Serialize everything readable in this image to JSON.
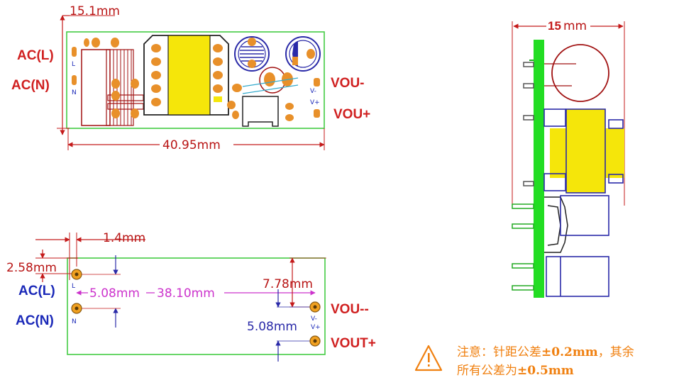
{
  "top_view": {
    "dim_height": "15.1mm",
    "dim_length": "40.95mm",
    "pin_ac_l": "AC(L)",
    "pin_ac_n": "AC(N)",
    "pin_vout_minus": "VOU-",
    "pin_vout_plus": "VOU+",
    "silk_l": "L",
    "silk_n": "N",
    "silk_vminus": "V-",
    "silk_vplus": "V+"
  },
  "bottom_view": {
    "dim_pin_offset_y": "2.58mm",
    "dim_pin_offset_x": "1.4mm",
    "dim_ac_pitch": "5.08mm",
    "dim_pin_span": "38.10mm",
    "dim_out_offset": "7.78mm",
    "dim_out_pitch": "5.08mm",
    "pin_ac_l": "AC(L)",
    "pin_ac_n": "AC(N)",
    "pin_vout_minus": "VOU--",
    "pin_vout_plus": "VOUT+",
    "silk_l": "L",
    "silk_n": "N",
    "silk_vminus": "V-",
    "silk_vplus": "V+"
  },
  "side_view": {
    "dim_width": "15",
    "dim_unit": "mm"
  },
  "note": {
    "line1_a": "注意：针距公差",
    "line1_b": "±0.2mm",
    "line1_c": "，其余",
    "line2_a": "所有公差为",
    "line2_b": "±0.5mm"
  },
  "colors": {
    "board_outline": "#44cc44",
    "pcb_green": "#22dd22",
    "pad_orange": "#e8902a",
    "transformer_yellow": "#f5e60a",
    "dimension_red": "#c41a1a",
    "component_blue": "#2a2aa8",
    "component_red": "#a01010",
    "pitch_magenta": "#cc33cc",
    "warning_orange": "#f08010"
  }
}
